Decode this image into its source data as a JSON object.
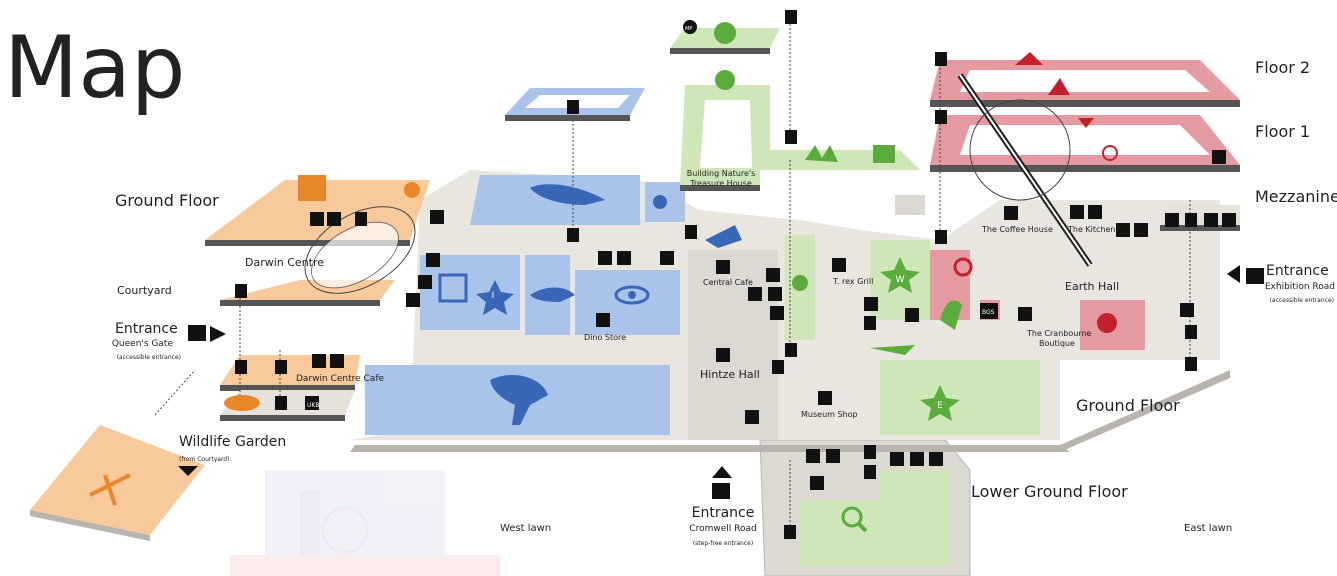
{
  "title": "Map",
  "floors": {
    "floor2": "Floor 2",
    "floor1": "Floor 1",
    "mezzanine": "Mezzanine",
    "ground_right": "Ground Floor",
    "ground_left": "Ground Floor",
    "lower_ground": "Lower Ground Floor"
  },
  "areas": {
    "darwin_centre": "Darwin Centre",
    "courtyard": "Courtyard",
    "darwin_centre_cafe": "Darwin Centre Cafe",
    "building_natures_line1": "Building Nature's",
    "building_natures_line2": "Treasure House",
    "central_cafe": "Central Cafe",
    "dino_store": "Dino Store",
    "hintze_hall": "Hintze Hall",
    "t_rex_grill": "T. rex Grill",
    "museum_shop": "Museum Shop",
    "coffee_house": "The Coffee House",
    "kitchen": "The Kitchen",
    "earth_hall": "Earth Hall",
    "cranbourne_line1": "The Cranbourne",
    "cranbourne_line2": "Boutique",
    "west_lawn": "West lawn",
    "east_lawn": "East lawn",
    "ukb": "UKB",
    "bgs": "BGS",
    "mp": "MP"
  },
  "entrances": {
    "queens_gate": {
      "title": "Entrance",
      "name": "Queen's Gate",
      "note": "(accessible entrance)"
    },
    "exhibition_road": {
      "title": "Entrance",
      "name": "Exhibition Road",
      "note": "(accessible entrance)"
    },
    "cromwell_road": {
      "title": "Entrance",
      "name": "Cromwell Road",
      "note": "(step-free entrance)"
    },
    "wildlife_garden": {
      "title": "Wildlife Garden",
      "note": "(from Courtyard)"
    }
  },
  "zones": {
    "blue": "I",
    "green_w": "W",
    "green_e": "E"
  },
  "colors": {
    "orange": "#f8c99a",
    "orange_dark": "#e8872a",
    "blue": "#a9c3ea",
    "blue_dark": "#4a78c4",
    "green": "#cfe7b8",
    "green_dark": "#5aac3c",
    "red": "#e49aa0",
    "red_dark": "#c4202c",
    "grey": "#dcd9d2",
    "grey_dark": "#b9b5ad"
  }
}
